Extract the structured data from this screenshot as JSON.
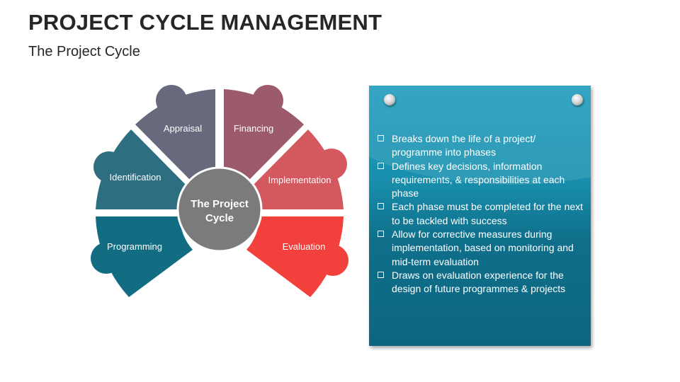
{
  "title": "PROJECT CYCLE MANAGEMENT",
  "subtitle": "The Project Cycle",
  "diagram": {
    "center": {
      "line1": "The Project",
      "line2": "Cycle",
      "color": "#7b7b7b"
    },
    "segments": [
      {
        "label": "Programming",
        "color": "#136d82"
      },
      {
        "label": "Identification",
        "color": "#2d6f80"
      },
      {
        "label": "Appraisal",
        "color": "#676a7d"
      },
      {
        "label": "Financing",
        "color": "#9c5b6b"
      },
      {
        "label": "Implementation",
        "color": "#d4595f"
      },
      {
        "label": "Evaluation",
        "color": "#f2403d"
      }
    ]
  },
  "card": {
    "color": "#1890ae",
    "bullets": [
      "Breaks down the life of a project/ programme into phases",
      "Defines key decisions, information requirements, & responsibilities at each phase",
      "Each phase must be completed for the next to be tackled with success",
      "Allow for corrective measures during implementation, based on monitoring and mid-term evaluation",
      "Draws on evaluation experience for the design of future programmes & projects"
    ]
  }
}
